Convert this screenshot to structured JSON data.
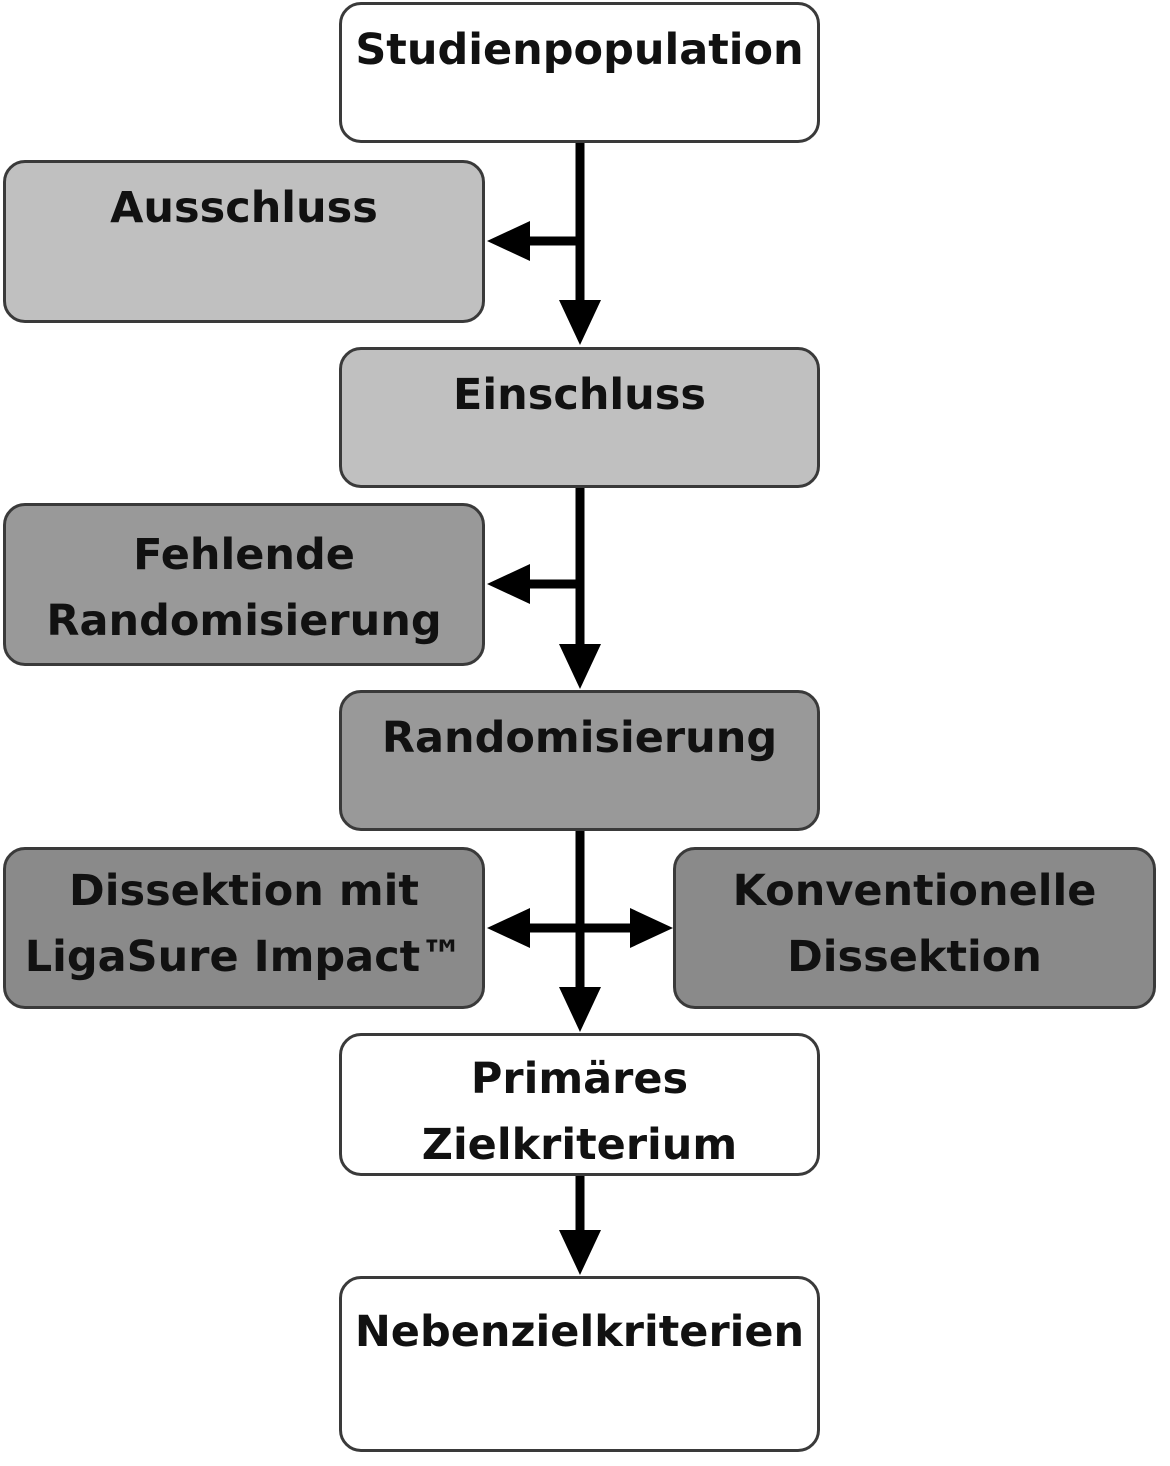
{
  "colors": {
    "white_box": "#ffffff",
    "light_gray_box": "#c0c0c0",
    "mid_gray_box": "#999999",
    "dark_gray_box": "#8a8a8a",
    "border": "#3a3a3a",
    "arrow": "#000000"
  },
  "nodes": {
    "studienpopulation": "Studienpopulation",
    "ausschluss": "Ausschluss",
    "einschluss": "Einschluss",
    "fehlende_randomisierung": [
      "Fehlende",
      "Randomisierung"
    ],
    "randomisierung": "Randomisierung",
    "dissektion_ligasure": [
      "Dissektion mit",
      "LigaSure Impact™"
    ],
    "konventionelle_dissektion": [
      "Konventionelle",
      "Dissektion"
    ],
    "primaeres_zielkriterium": [
      "Primäres",
      "Zielkriterium"
    ],
    "nebenzielkriterien": "Nebenzielkriterien"
  }
}
